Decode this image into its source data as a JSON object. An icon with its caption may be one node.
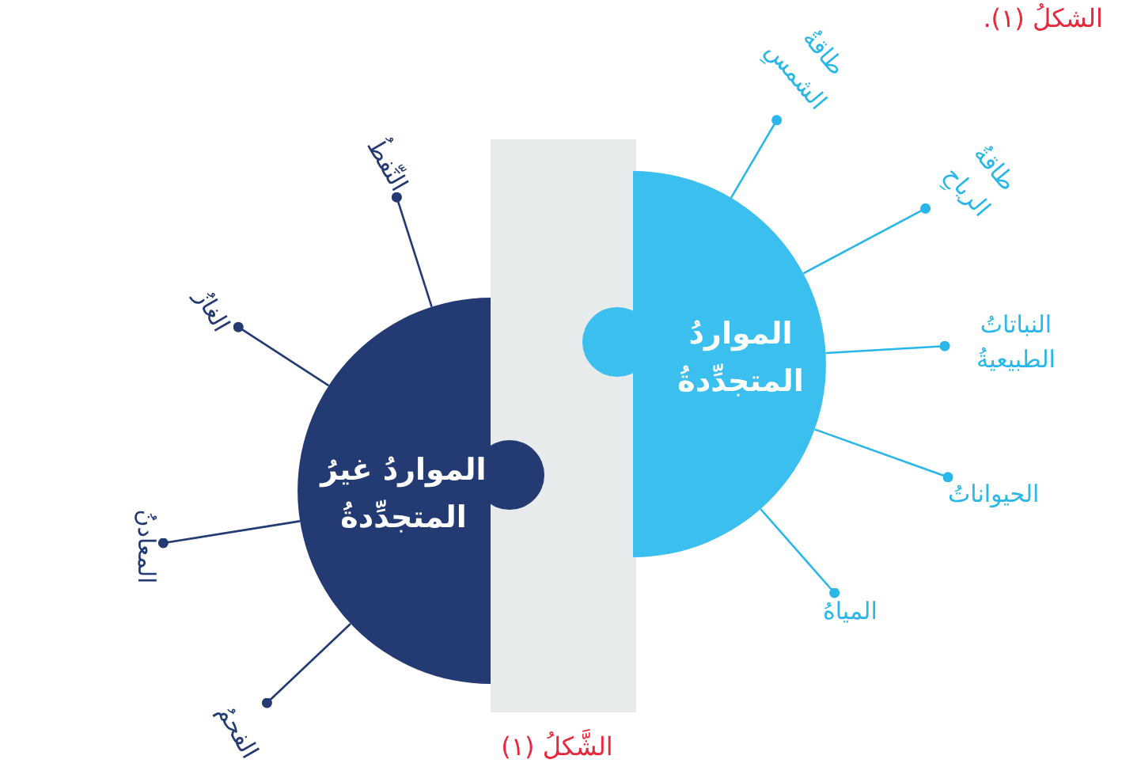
{
  "diagram": {
    "caption": "الشَّكلُ (١)",
    "nodes": [
      {
        "text": [
          "المواردُ غيرُ المتجدِّدةُ"
        ]
      },
      {
        "text": [
          "المواردُ المتجدِّدةُ"
        ]
      },
      {
        "text": [
          "النِّفطُ"
        ]
      },
      {
        "text": [
          "الغازُ"
        ]
      },
      {
        "text": [
          "المعادنُ"
        ]
      },
      {
        "text": [
          "الفحمُ"
        ]
      },
      {
        "text": [
          "طاقةُ الشمسِ"
        ]
      },
      {
        "text": [
          "طاقةُ الرياحِ"
        ]
      },
      {
        "text": [
          "النباتاتُ الطبيعيةُ"
        ]
      },
      {
        "text": [
          "الحيواناتُ"
        ]
      },
      {
        "text": [
          "المياهُ"
        ]
      },
      {
        "text": [],
        "shape": "box"
      }
    ],
    "edges": [
      {
        "from": 2,
        "to": 0,
        "arrow": "other",
        "color": "#243a73"
      },
      {
        "from": 3,
        "to": 0,
        "arrow": "other",
        "color": "#243a73"
      },
      {
        "from": 4,
        "to": 0,
        "arrow": "other",
        "color": "#243a73"
      },
      {
        "from": 5,
        "to": 0,
        "arrow": "other",
        "color": "#243a73"
      },
      {
        "from": 6,
        "to": 1,
        "arrow": "other"
      },
      {
        "from": 7,
        "to": 1,
        "arrow": "other"
      },
      {
        "from": 8,
        "to": 1,
        "arrow": "other"
      },
      {
        "from": 9,
        "to": 1,
        "arrow": "other"
      },
      {
        "from": 10,
        "to": 1,
        "arrow": "other"
      }
    ],
    "labels": [
      "الشكلُ (١)."
    ]
  }
}
